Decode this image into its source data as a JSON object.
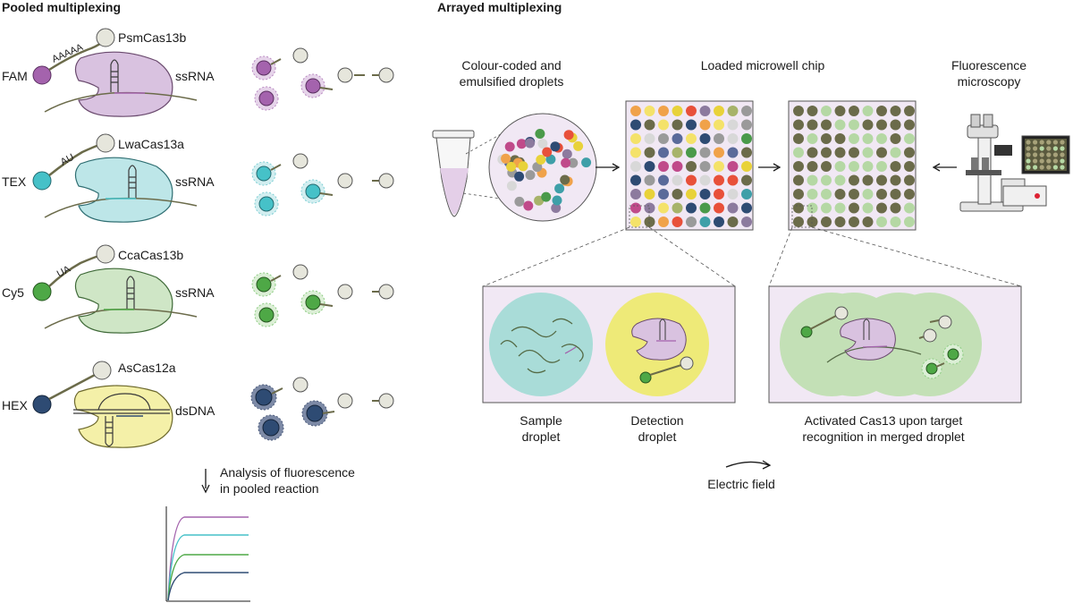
{
  "pooled": {
    "title": "Pooled multiplexing",
    "rows": [
      {
        "dye": "FAM",
        "enzyme": "PsmCas13b",
        "linker": "AAAAA",
        "target": "ssRNA",
        "dye_color": "#a463ad",
        "body_color": "#d9c2e0"
      },
      {
        "dye": "TEX",
        "enzyme": "LwaCas13a",
        "linker": "AU",
        "target": "ssRNA",
        "dye_color": "#46c1c8",
        "body_color": "#bde6e8"
      },
      {
        "dye": "Cy5",
        "enzyme": "CcaCas13b",
        "linker": "UA",
        "target": "ssRNA",
        "dye_color": "#4ea846",
        "body_color": "#cfe6c6"
      },
      {
        "dye": "HEX",
        "enzyme": "AsCas12a",
        "linker": "",
        "target": "dsDNA",
        "dye_color": "#2e4b73",
        "body_color": "#f4f0a8"
      }
    ],
    "analysis_label_1": "Analysis of fluorescence",
    "analysis_label_2": "in pooled reaction",
    "curve_colors": [
      "#a463ad",
      "#46c1c8",
      "#4ea846",
      "#2e4b73"
    ]
  },
  "arrayed": {
    "title": "Arrayed multiplexing",
    "droplets_label_1": "Colour-coded and",
    "droplets_label_2": "emulsified droplets",
    "chip_label": "Loaded microwell chip",
    "microscopy_label_1": "Fluorescence",
    "microscopy_label_2": "microscopy",
    "sample_label_1": "Sample",
    "sample_label_2": "droplet",
    "detection_label_1": "Detection",
    "detection_label_2": "droplet",
    "activated_label_1": "Activated Cas13 upon target",
    "activated_label_2": "recognition in merged droplet",
    "electric_label": "Electric field",
    "palette": [
      "#e8d23a",
      "#f0a24a",
      "#e8503a",
      "#3e9fa8",
      "#8c7a9e",
      "#2e4b73",
      "#9a9a9a",
      "#6b6b4a",
      "#a7b36a",
      "#d8d8d8",
      "#c04a8a",
      "#4a9a4a",
      "#f4e26a",
      "#5a6a9a"
    ],
    "chip2_colors": [
      "#6b6b4a",
      "#b5d8a4"
    ]
  }
}
